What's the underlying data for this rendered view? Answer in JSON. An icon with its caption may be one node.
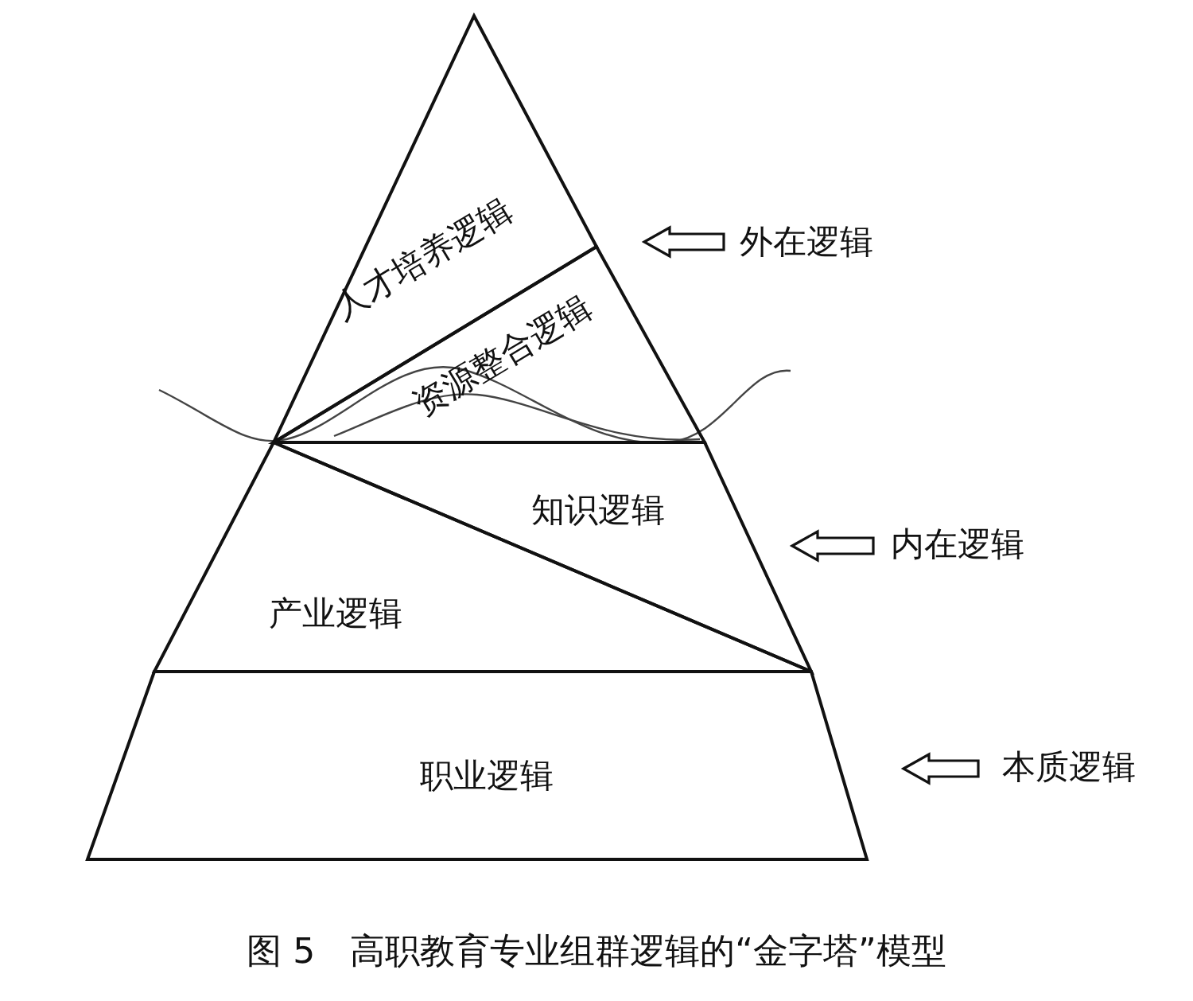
{
  "diagram": {
    "caption": "图 5　高职教育专业组群逻辑的“金字塔”模型",
    "nodes": [
      {
        "text": [
          "人才培养逻辑"
        ]
      },
      {
        "text": [
          "资源整合逻辑"
        ]
      },
      {
        "text": [
          "知识逻辑"
        ]
      },
      {
        "text": [
          "产业逻辑"
        ]
      },
      {
        "text": [
          "职业逻辑"
        ]
      },
      {
        "text": [
          "外在逻辑"
        ]
      },
      {
        "text": [
          "内在逻辑"
        ]
      },
      {
        "text": [
          "本质逻辑"
        ]
      }
    ],
    "edges": [
      {
        "from": 5,
        "to": null,
        "arrow": "to"
      },
      {
        "from": 6,
        "to": null,
        "arrow": "to"
      },
      {
        "from": 7,
        "to": null,
        "arrow": "to"
      }
    ]
  }
}
